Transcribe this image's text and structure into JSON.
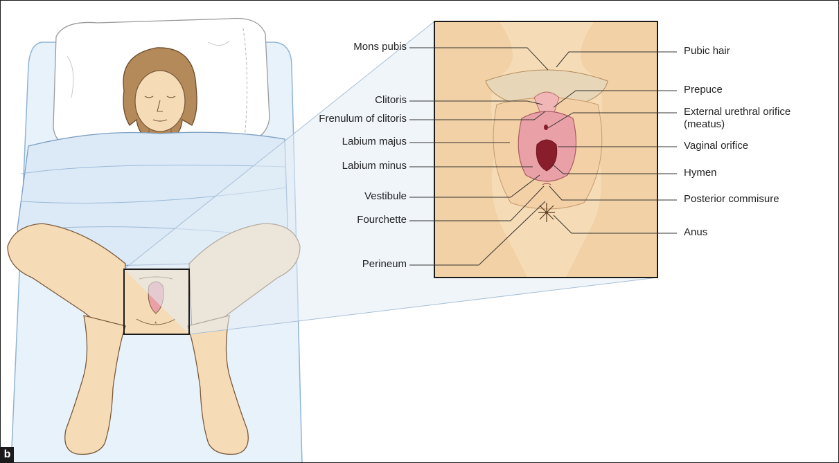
{
  "figure": {
    "panel_letter": "b",
    "labels_left": [
      {
        "id": "mons-pubis",
        "text": "Mons pubis"
      },
      {
        "id": "clitoris",
        "text": "Clitoris"
      },
      {
        "id": "frenulum-of-clitoris",
        "text": "Frenulum of clitoris"
      },
      {
        "id": "labium-majus",
        "text": "Labium majus"
      },
      {
        "id": "labium-minus",
        "text": "Labium minus"
      },
      {
        "id": "vestibule",
        "text": "Vestibule"
      },
      {
        "id": "fourchette",
        "text": "Fourchette"
      },
      {
        "id": "perineum",
        "text": "Perineum"
      }
    ],
    "labels_right": [
      {
        "id": "pubic-hair",
        "text": "Pubic hair"
      },
      {
        "id": "prepuce",
        "text": "Prepuce"
      },
      {
        "id": "external-urethral-orifice",
        "text": "External urethral orifice\n(meatus)"
      },
      {
        "id": "vaginal-orifice",
        "text": "Vaginal orifice"
      },
      {
        "id": "hymen",
        "text": "Hymen"
      },
      {
        "id": "posterior-commisure",
        "text": "Posterior commisure"
      },
      {
        "id": "anus",
        "text": "Anus"
      }
    ]
  },
  "colors": {
    "skin": "#f6dcb6",
    "skin_shadow": "#ecc594",
    "outline": "#7a5a3c",
    "sheet": "#dceaf7",
    "sheet_dark": "#b8d0ea",
    "table": "#e8f2fb",
    "pillow": "#ffffff",
    "hair": "#b48a5a",
    "mucosa": "#e9a0a6",
    "orifice": "#8a1d2c",
    "leader": "#333333"
  }
}
